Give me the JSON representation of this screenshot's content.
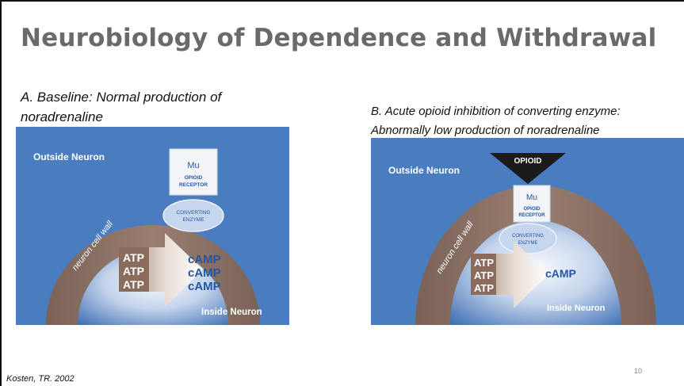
{
  "slide": {
    "title": "Neurobiology of Dependence and Withdrawal",
    "footer": "Kosten, TR. 2002",
    "page_number": "10"
  },
  "panel_a": {
    "caption_line1": "A. Baseline: Normal production of",
    "caption_line2": "noradrenaline",
    "outside_label": "Outside Neuron",
    "inside_label": "Inside Neuron",
    "wall_label": "neuron cell wall",
    "receptor_mu": "Mu",
    "receptor_line1": "OPIOID",
    "receptor_line2": "RECEPTOR",
    "enzyme_line1": "CONVERTING",
    "enzyme_line2": "ENZYME",
    "atp": [
      "ATP",
      "ATP",
      "ATP"
    ],
    "camp": [
      "cAMP",
      "cAMP",
      "cAMP"
    ]
  },
  "panel_b": {
    "caption_line1": "B. Acute opioid inhibition of converting enzyme:",
    "caption_line2": "Abnormally low production of noradrenaline",
    "opioid_label": "OPIOID",
    "outside_label": "Outside Neuron",
    "inside_label": "Inside Neuron",
    "wall_label": "neuron cell wall",
    "receptor_mu": "Mu",
    "receptor_line1": "OPIOID",
    "receptor_line2": "RECEPTOR",
    "enzyme_line1": "CONVERTING",
    "enzyme_line2": "ENZYME",
    "atp": [
      "ATP",
      "ATP",
      "ATP"
    ],
    "camp": [
      "cAMP"
    ]
  },
  "colors": {
    "background_blue": "#4a7cc0",
    "cell_wall": "#8a6f62",
    "receptor_box": "#f2f4f8",
    "enzyme_fill": "#c6d6ee",
    "atp_box": "#8b6b5c",
    "camp_text": "#2456a6",
    "opioid": "#1b1b1b",
    "title": "#6a6a6a"
  }
}
